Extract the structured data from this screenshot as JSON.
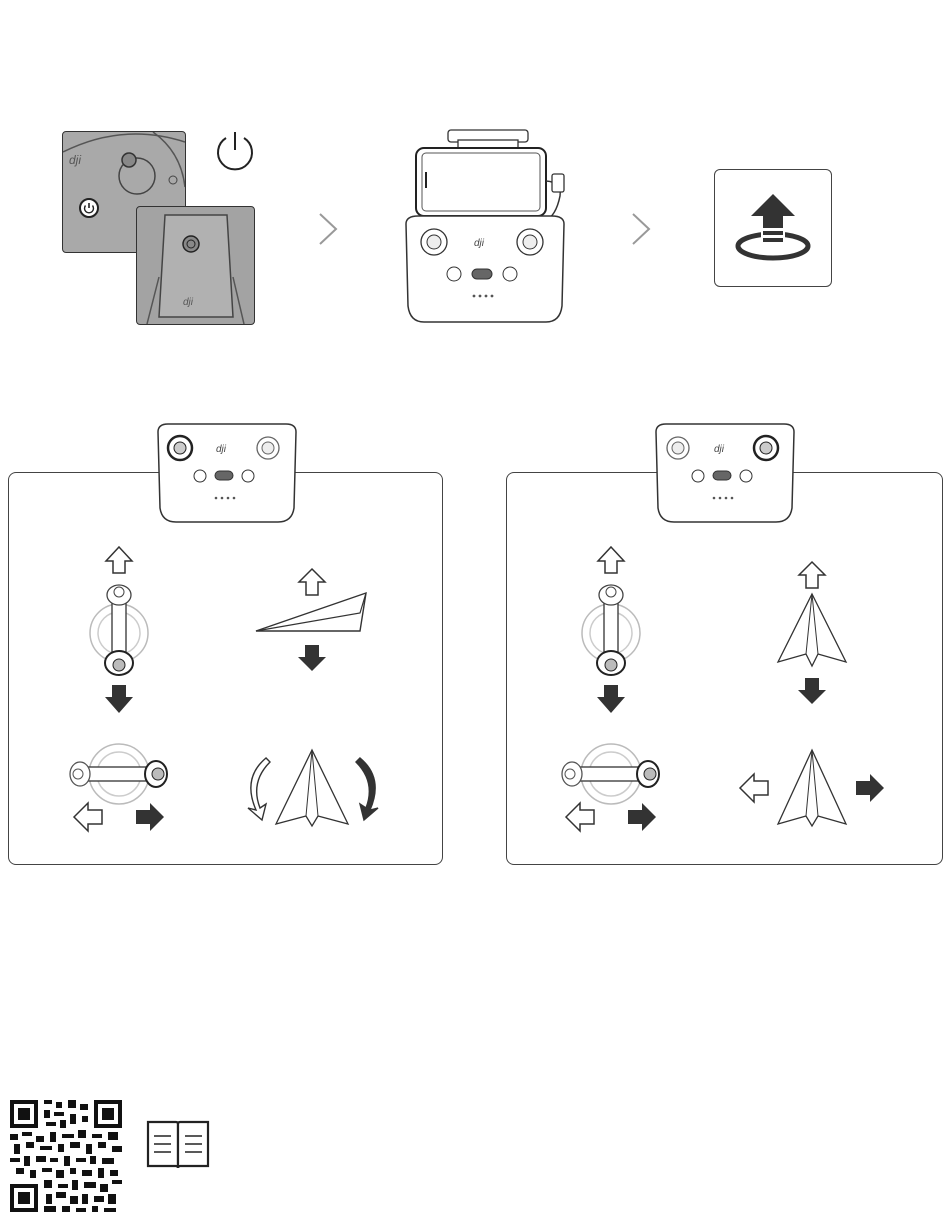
{
  "steps": {
    "power_icon": "power-symbol-icon",
    "arrow_icon": "chevron-right-icon",
    "takeoff_icon": "auto-takeoff-icon"
  },
  "panels": [
    {
      "mode": "left-stick-highlighted",
      "controls": [
        "throttle-up-down",
        "yaw-left-right"
      ]
    },
    {
      "mode": "right-stick-highlighted",
      "controls": [
        "pitch-forward-back",
        "roll-left-right"
      ]
    }
  ],
  "footer": {
    "qr_icon": "qr-code-icon",
    "manual_icon": "open-book-icon"
  },
  "colors": {
    "line": "#333333",
    "photo_gray": "#a7a7a7",
    "arrow_fill": "#3a3a3a"
  }
}
